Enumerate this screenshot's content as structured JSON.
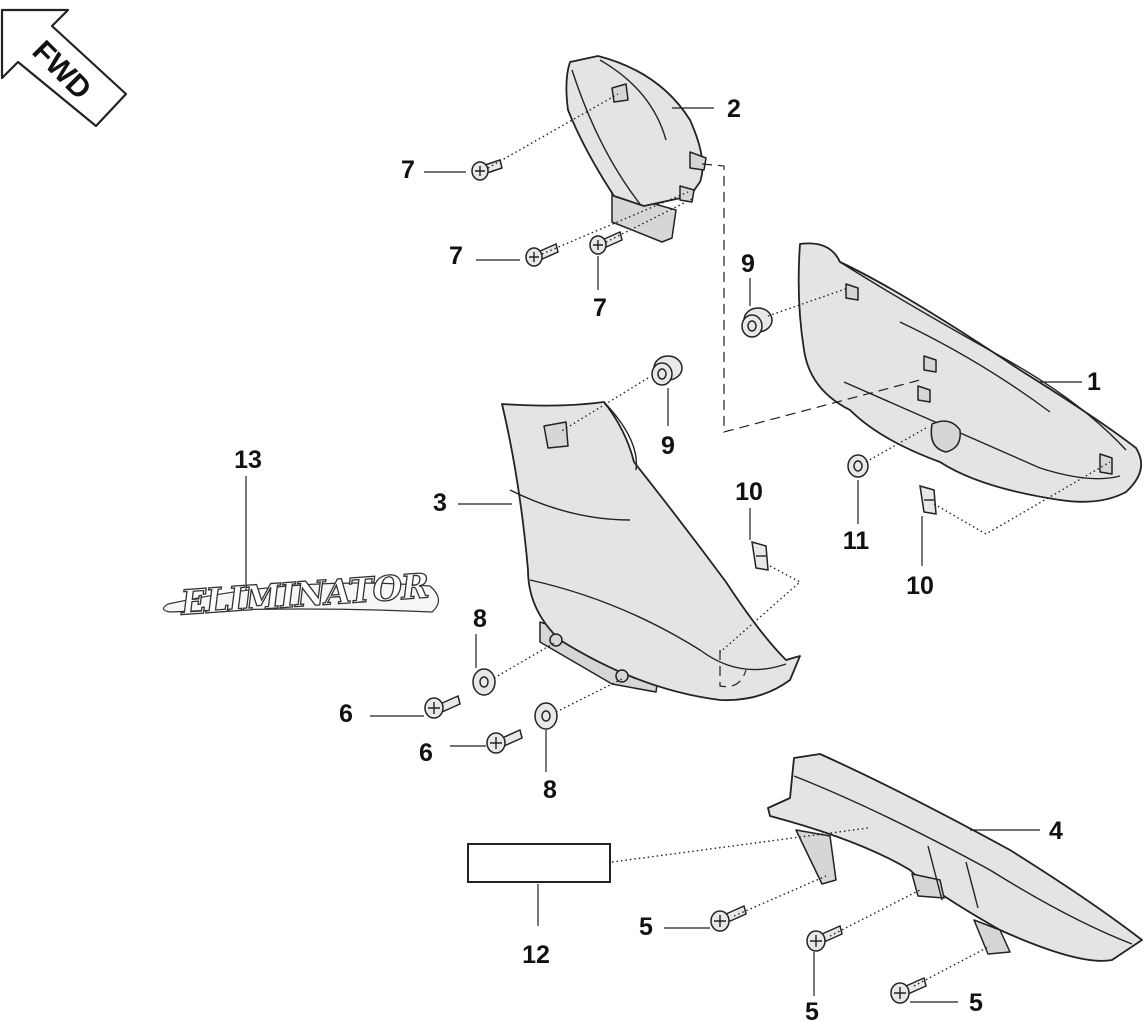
{
  "direction_badge": {
    "text": "FWD"
  },
  "logo_text": "ELIMINATOR",
  "callouts": [
    {
      "id": "c1",
      "text": "1"
    },
    {
      "id": "c2",
      "text": "2"
    },
    {
      "id": "c3",
      "text": "3"
    },
    {
      "id": "c4",
      "text": "4"
    },
    {
      "id": "c5a",
      "text": "5"
    },
    {
      "id": "c5b",
      "text": "5"
    },
    {
      "id": "c5c",
      "text": "5"
    },
    {
      "id": "c6a",
      "text": "6"
    },
    {
      "id": "c6b",
      "text": "6"
    },
    {
      "id": "c7a",
      "text": "7"
    },
    {
      "id": "c7b",
      "text": "7"
    },
    {
      "id": "c7c",
      "text": "7"
    },
    {
      "id": "c8a",
      "text": "8"
    },
    {
      "id": "c8b",
      "text": "8"
    },
    {
      "id": "c9a",
      "text": "9"
    },
    {
      "id": "c9b",
      "text": "9"
    },
    {
      "id": "c10a",
      "text": "10"
    },
    {
      "id": "c10b",
      "text": "10"
    },
    {
      "id": "c11",
      "text": "11"
    },
    {
      "id": "c12",
      "text": "12"
    },
    {
      "id": "c13",
      "text": "13"
    }
  ]
}
